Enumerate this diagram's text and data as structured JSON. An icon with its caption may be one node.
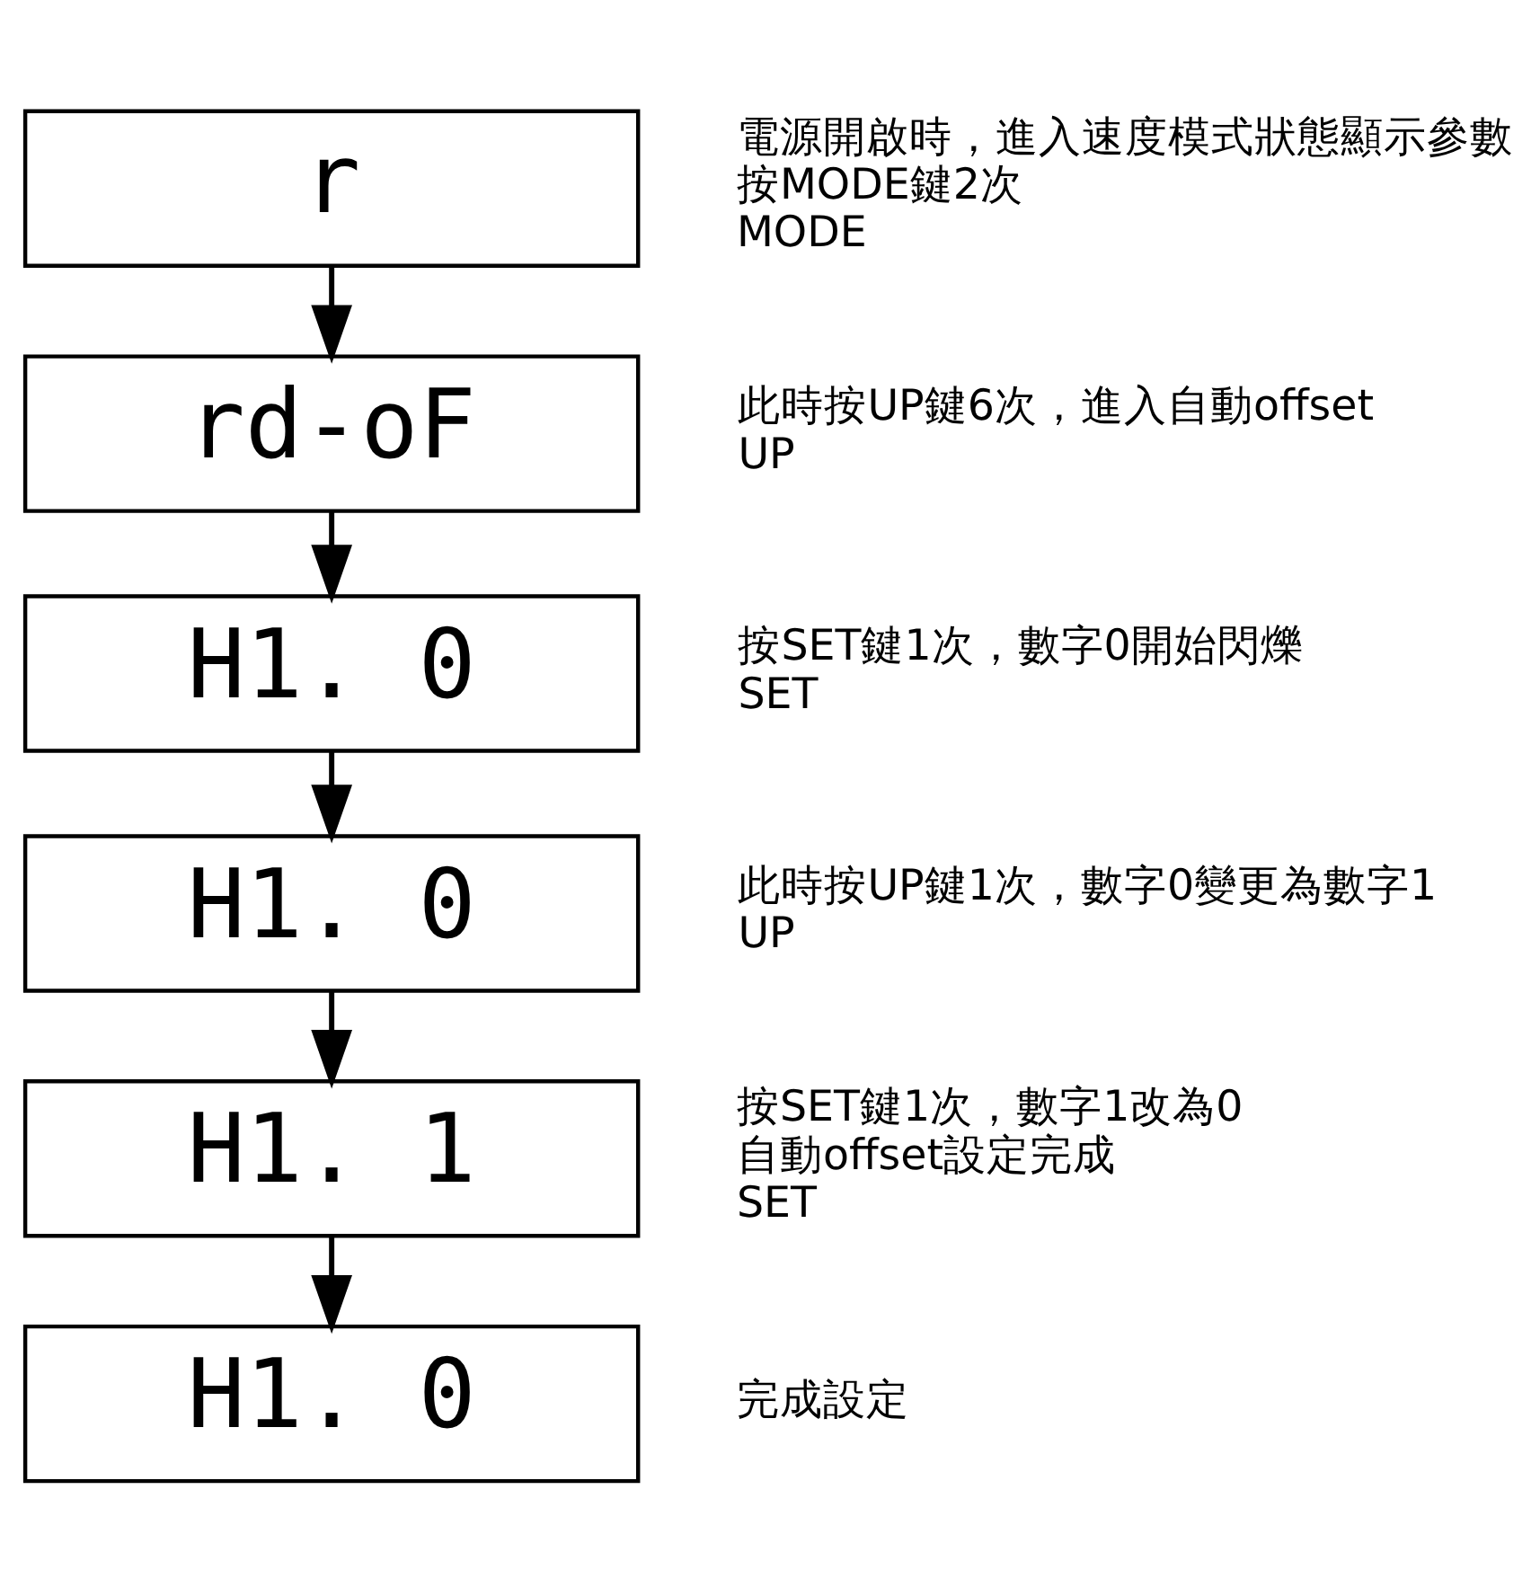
{
  "diagram": {
    "nodes": [
      {
        "text": [
          "r"
        ],
        "beside": [
          "電源開啟時，進入速度模式狀態顯示參數",
          "按MODE鍵2次",
          "MODE"
        ]
      },
      {
        "text": [
          "rd-oF"
        ],
        "beside": [
          "此時按UP鍵6次，進入自動offset",
          "UP"
        ]
      },
      {
        "text": [
          "H1. 0"
        ],
        "beside": [
          "按SET鍵1次，數字0開始閃爍",
          "SET"
        ]
      },
      {
        "text": [
          "H1. 0"
        ],
        "beside": [
          "此時按UP鍵1次，數字0變更為數字1",
          "UP"
        ]
      },
      {
        "text": [
          "H1. 1"
        ],
        "beside": [
          "按SET鍵1次，數字1改為0",
          "自動offset設定完成",
          "SET"
        ]
      },
      {
        "text": [
          "H1. 0"
        ],
        "beside": [
          "完成設定"
        ]
      }
    ],
    "edges": [
      {
        "from": 0,
        "to": 1,
        "arrow": "to"
      },
      {
        "from": 1,
        "to": 2,
        "arrow": "to"
      },
      {
        "from": 2,
        "to": 3,
        "arrow": "to"
      },
      {
        "from": 3,
        "to": 4,
        "arrow": "to"
      },
      {
        "from": 4,
        "to": 5,
        "arrow": "to"
      }
    ]
  }
}
